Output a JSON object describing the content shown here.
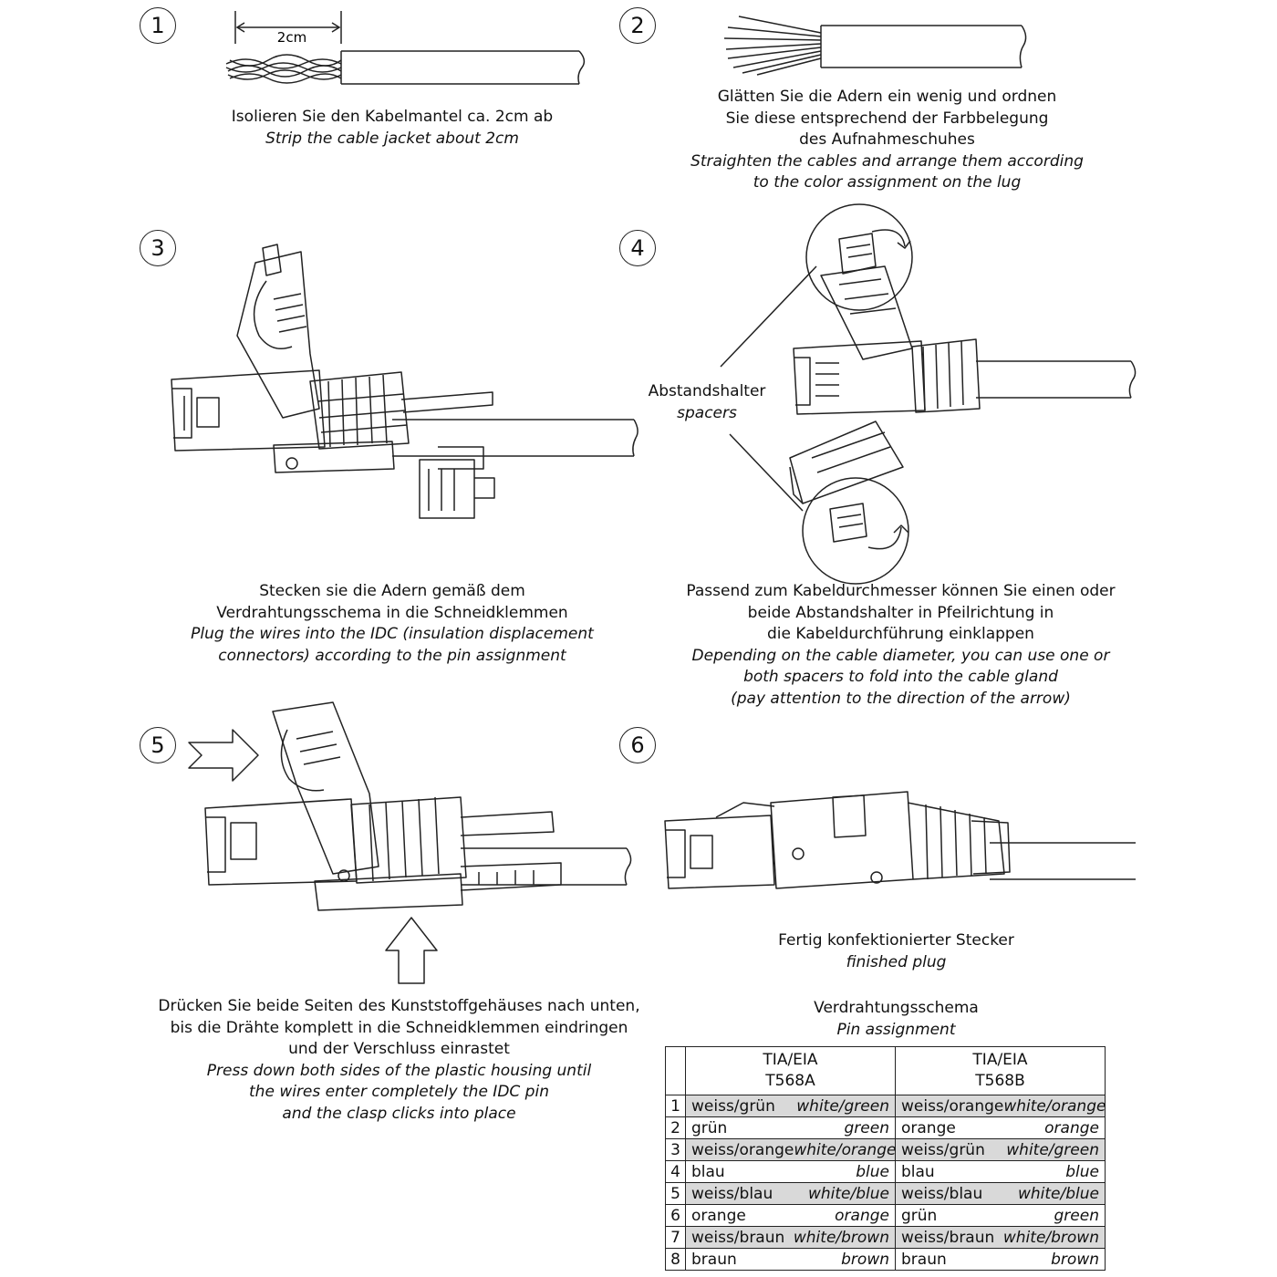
{
  "steps": [
    {
      "num": "1",
      "de": [
        "Isolieren Sie den Kabelmantel ca. 2cm ab"
      ],
      "en": [
        "Strip the cable jacket about 2cm"
      ],
      "dimension": "2cm"
    },
    {
      "num": "2",
      "de": [
        "Glätten Sie die Adern ein wenig und ordnen",
        "Sie diese entsprechend der Farbbelegung",
        "des Aufnahmeschuhes"
      ],
      "en": [
        "Straighten the cables and arrange them according",
        "to the color assignment on the lug"
      ]
    },
    {
      "num": "3",
      "de": [
        "Stecken sie die Adern gemäß dem",
        "Verdrahtungsschema in die Schneidklemmen"
      ],
      "en": [
        "Plug the wires into the IDC (insulation displacement",
        "connectors) according to the pin assignment"
      ]
    },
    {
      "num": "4",
      "de": [
        "Passend zum Kabeldurchmesser können Sie einen oder",
        "beide Abstandshalter in Pfeilrichtung in",
        "die Kabeldurchführung einklappen"
      ],
      "en": [
        "Depending on the cable diameter, you can use one or",
        "both spacers to fold into the cable gland",
        "(pay attention to the direction of the arrow)"
      ],
      "callout_de": "Abstandshalter",
      "callout_en": "spacers"
    },
    {
      "num": "5",
      "de": [
        "Drücken Sie beide Seiten des Kunststoffgehäuses nach unten,",
        "bis die Drähte komplett in die Schneidklemmen eindringen",
        "und der Verschluss einrastet"
      ],
      "en": [
        "Press down both sides of the plastic housing until",
        "the wires enter completely the IDC pin",
        "and the clasp clicks into place"
      ]
    },
    {
      "num": "6",
      "de": [
        "Fertig konfektionierter Stecker"
      ],
      "en": [
        "finished plug"
      ]
    }
  ],
  "pin_assignment": {
    "title_de": "Verdrahtungsschema",
    "title_en": "Pin assignment",
    "headers": [
      {
        "line1": "TIA/EIA",
        "line2": "T568A"
      },
      {
        "line1": "TIA/EIA",
        "line2": "T568B"
      }
    ],
    "rows": [
      {
        "pin": "1",
        "a_de": "weiss/grün",
        "a_en": "white/green",
        "b_de": "weiss/orange",
        "b_en": "white/orange",
        "shaded": true
      },
      {
        "pin": "2",
        "a_de": "grün",
        "a_en": "green",
        "b_de": "orange",
        "b_en": "orange",
        "shaded": false
      },
      {
        "pin": "3",
        "a_de": "weiss/orange",
        "a_en": "white/orange",
        "b_de": "weiss/grün",
        "b_en": "white/green",
        "shaded": true
      },
      {
        "pin": "4",
        "a_de": "blau",
        "a_en": "blue",
        "b_de": "blau",
        "b_en": "blue",
        "shaded": false
      },
      {
        "pin": "5",
        "a_de": "weiss/blau",
        "a_en": "white/blue",
        "b_de": "weiss/blau",
        "b_en": "white/blue",
        "shaded": true
      },
      {
        "pin": "6",
        "a_de": "orange",
        "a_en": "orange",
        "b_de": "grün",
        "b_en": "green",
        "shaded": false
      },
      {
        "pin": "7",
        "a_de": "weiss/braun",
        "a_en": "white/brown",
        "b_de": "weiss/braun",
        "b_en": "white/brown",
        "shaded": true
      },
      {
        "pin": "8",
        "a_de": "braun",
        "a_en": "brown",
        "b_de": "braun",
        "b_en": "brown",
        "shaded": false
      }
    ]
  }
}
